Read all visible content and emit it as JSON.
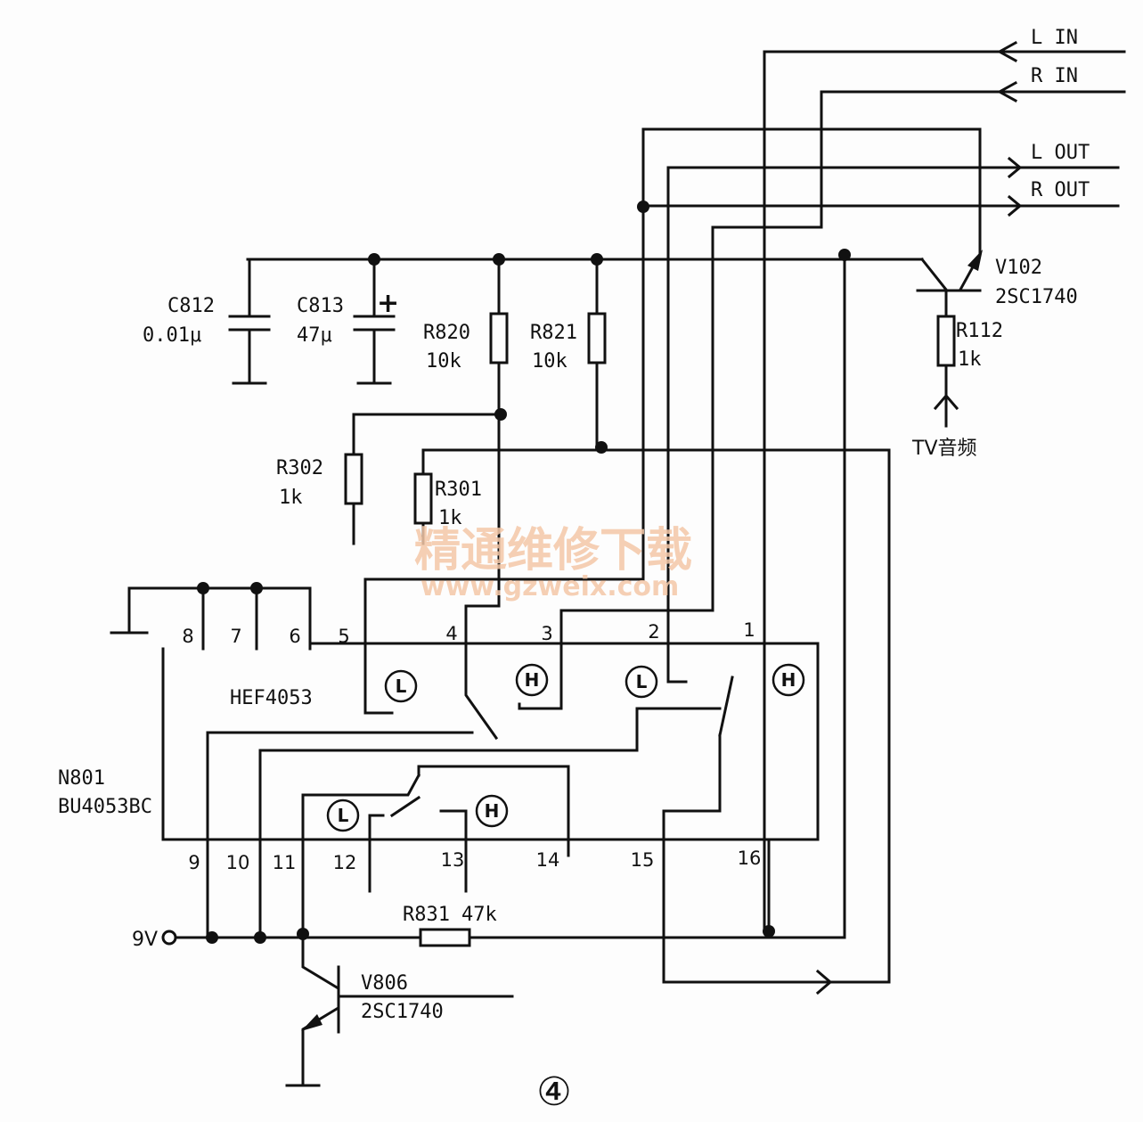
{
  "signals": {
    "l_in": "L IN",
    "r_in": "R IN",
    "l_out": "L OUT",
    "r_out": "R OUT",
    "tv_audio": "TV音频",
    "supply": "9V"
  },
  "components": {
    "c812": {
      "ref": "C812",
      "value": "0.01μ"
    },
    "c813": {
      "ref": "C813",
      "value": "47μ",
      "polarity": "+"
    },
    "r820": {
      "ref": "R820",
      "value": "10k"
    },
    "r821": {
      "ref": "R821",
      "value": "10k"
    },
    "r302": {
      "ref": "R302",
      "value": "1k"
    },
    "r301": {
      "ref": "R301",
      "value": "1k"
    },
    "r112": {
      "ref": "R112",
      "value": "1k"
    },
    "r831": {
      "ref": "R831",
      "value": "47k"
    },
    "v102": {
      "ref": "V102",
      "value": "2SC1740"
    },
    "v806": {
      "ref": "V806",
      "value": "2SC1740"
    }
  },
  "ic": {
    "name": "HEF4053",
    "ref": "N801",
    "alt": "BU4053BC",
    "top_pins": [
      "8",
      "7",
      "6",
      "5",
      "4",
      "3",
      "2",
      "1"
    ],
    "bottom_pins": [
      "9",
      "10",
      "11",
      "12",
      "13",
      "14",
      "15",
      "16"
    ],
    "switch_labels": [
      "L",
      "H",
      "L",
      "H",
      "L",
      "H"
    ]
  },
  "watermark": {
    "cn": "精通维修下载",
    "url": "www.gzweix.com"
  },
  "figure_number": "④"
}
